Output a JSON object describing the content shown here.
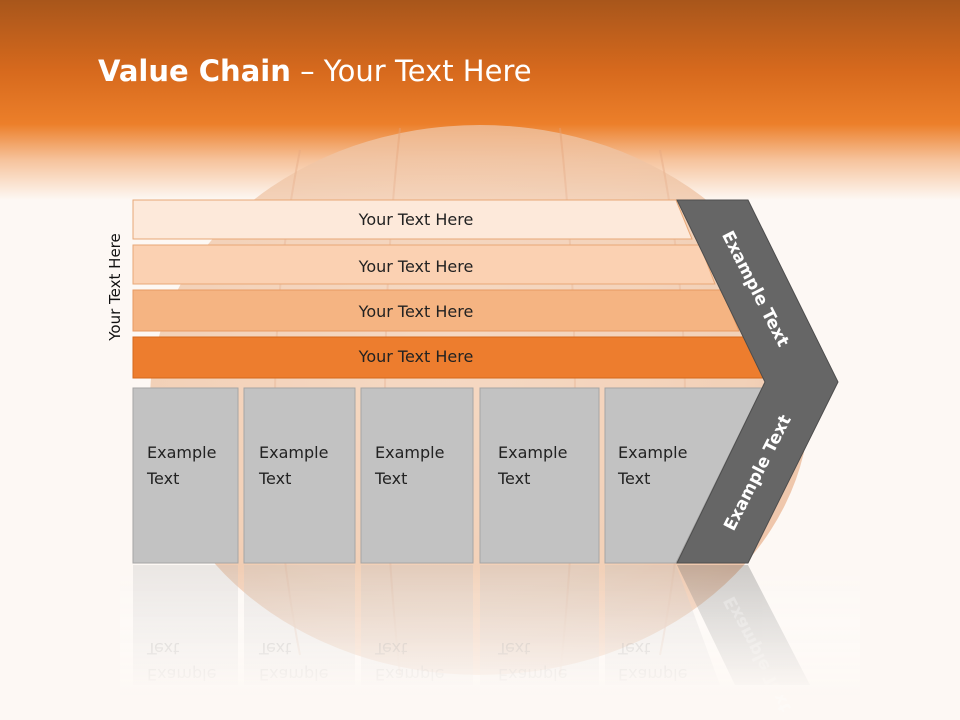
{
  "slide": {
    "title_bold": "Value Chain",
    "title_rest": " – Your Text Here",
    "side_label": "Your Text Here",
    "rows": [
      {
        "label": "Your Text Here",
        "color": "#fde9da"
      },
      {
        "label": "Your Text Here",
        "color": "#fbd1b2"
      },
      {
        "label": "Your Text Here",
        "color": "#f5b482"
      },
      {
        "label": "Your Text Here",
        "color": "#ed7d2e"
      }
    ],
    "boxes": [
      {
        "line1": "Example",
        "line2": "Text"
      },
      {
        "line1": "Example",
        "line2": "Text"
      },
      {
        "line1": "Example",
        "line2": "Text"
      },
      {
        "line1": "Example",
        "line2": "Text"
      },
      {
        "line1": "Example",
        "line2": "Text"
      }
    ],
    "chevron_top": "Example Text",
    "chevron_bottom": "Example Text"
  },
  "colors": {
    "accent": "#e87722",
    "box_fill": "#c2c2c2",
    "chevron_fill": "#666666"
  }
}
